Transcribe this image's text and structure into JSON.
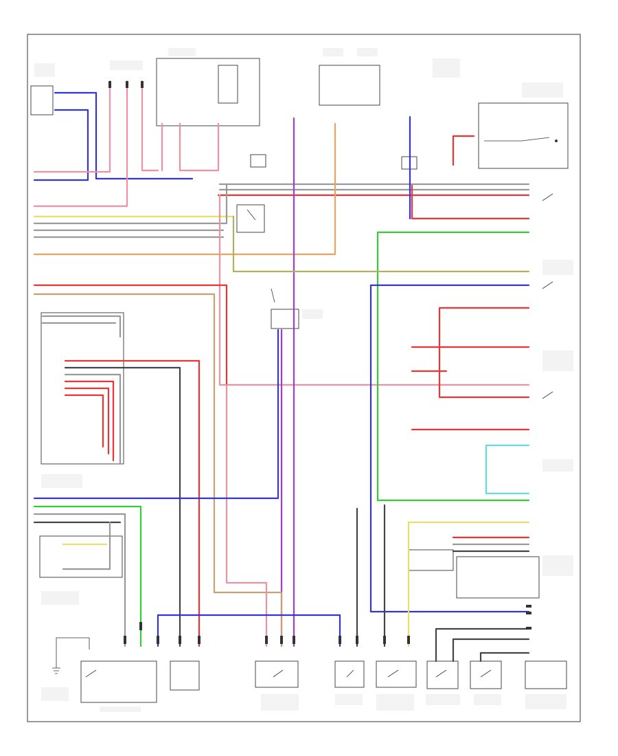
{
  "colors": {
    "red": "#ee3333",
    "pink": "#f090a0",
    "blue": "#3333dd",
    "purple": "#a23ad8",
    "green": "#33cc33",
    "yellow": "#e8e066",
    "orange": "#f2a060",
    "gray": "#999999",
    "cyan": "#66dddd",
    "dark": "#222222",
    "tan": "#c8a070"
  },
  "diagram": {
    "footer_code": "",
    "components": [
      {
        "id": "top-left-sensor",
        "kind": "box",
        "label": ""
      },
      {
        "id": "joint-connector-top",
        "kind": "box",
        "label": ""
      },
      {
        "id": "hot-at-all-times",
        "kind": "box",
        "label": ""
      },
      {
        "id": "right-front-box",
        "kind": "box",
        "label": ""
      },
      {
        "id": "joint-connector-left",
        "kind": "box",
        "label": ""
      },
      {
        "id": "power-transistor",
        "kind": "box",
        "label": ""
      },
      {
        "id": "blower-motor",
        "kind": "box",
        "label": ""
      },
      {
        "id": "evap-temp-sensor",
        "kind": "box",
        "label": ""
      },
      {
        "id": "mode-door-actuator",
        "kind": "box",
        "label": ""
      },
      {
        "id": "intake-door-actuator",
        "kind": "box",
        "label": ""
      },
      {
        "id": "heater-core-actuator",
        "kind": "box",
        "label": ""
      },
      {
        "id": "condenser-fan",
        "kind": "box",
        "label": ""
      },
      {
        "id": "radiator-fan",
        "kind": "box",
        "label": ""
      },
      {
        "id": "fan-control-relay",
        "kind": "box",
        "label": ""
      }
    ]
  }
}
